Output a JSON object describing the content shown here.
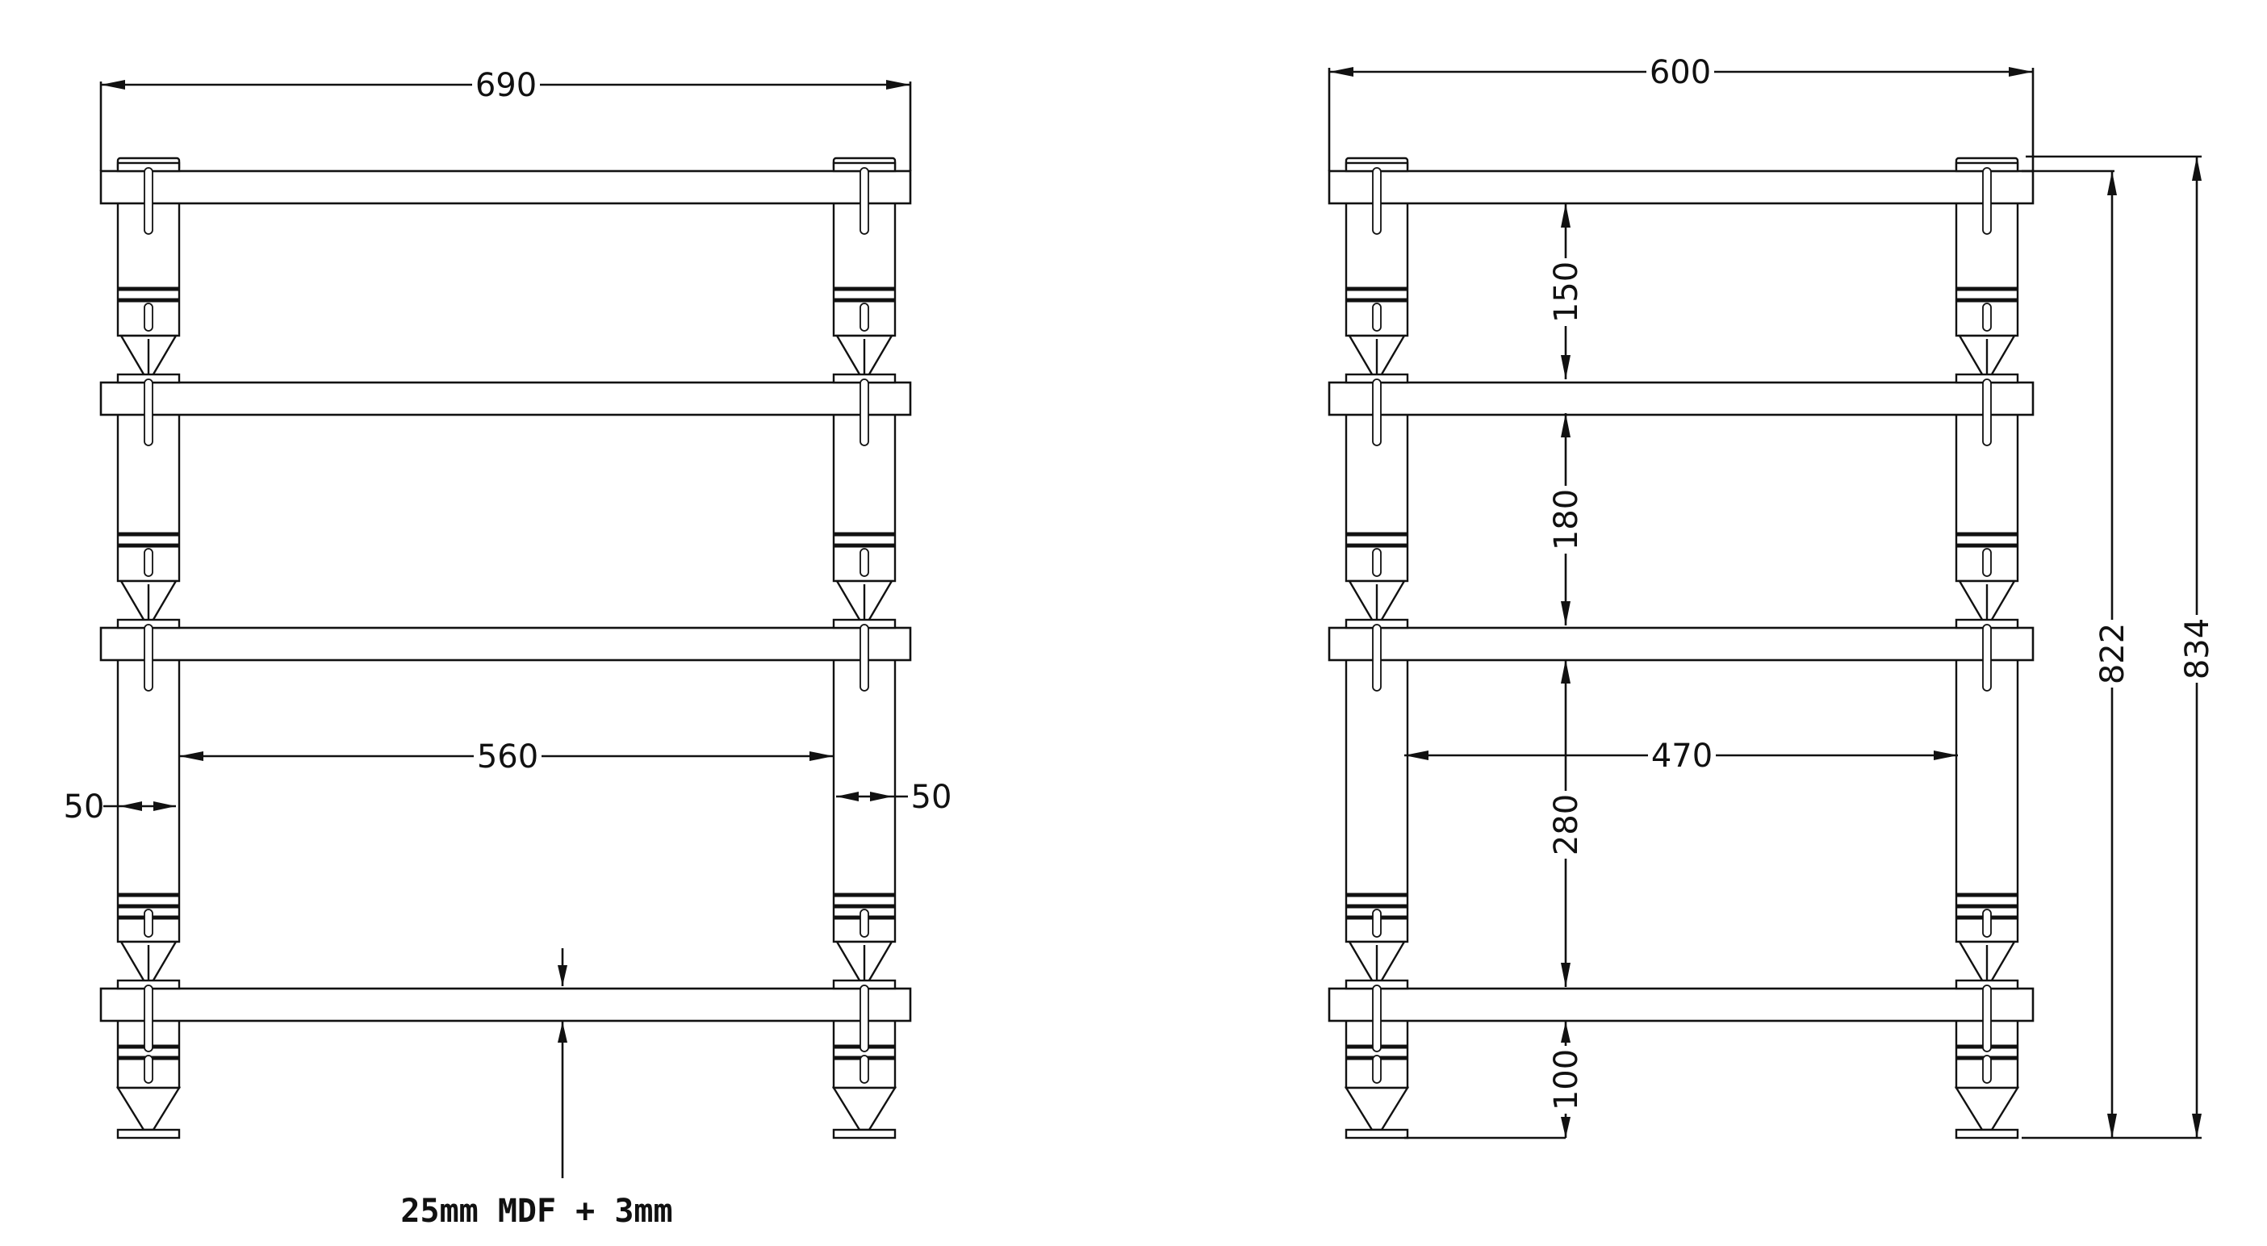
{
  "front_view": {
    "overall_width": "690",
    "inner_span": "560",
    "post_width_left": "50",
    "post_width_right": "50"
  },
  "side_view": {
    "overall_depth": "600",
    "inner_span": "470",
    "gaps": [
      "150",
      "180",
      "280",
      "100"
    ],
    "height_to_top_shelf": "822",
    "height_overall": "834"
  },
  "note": "25mm MDF + 3mm"
}
